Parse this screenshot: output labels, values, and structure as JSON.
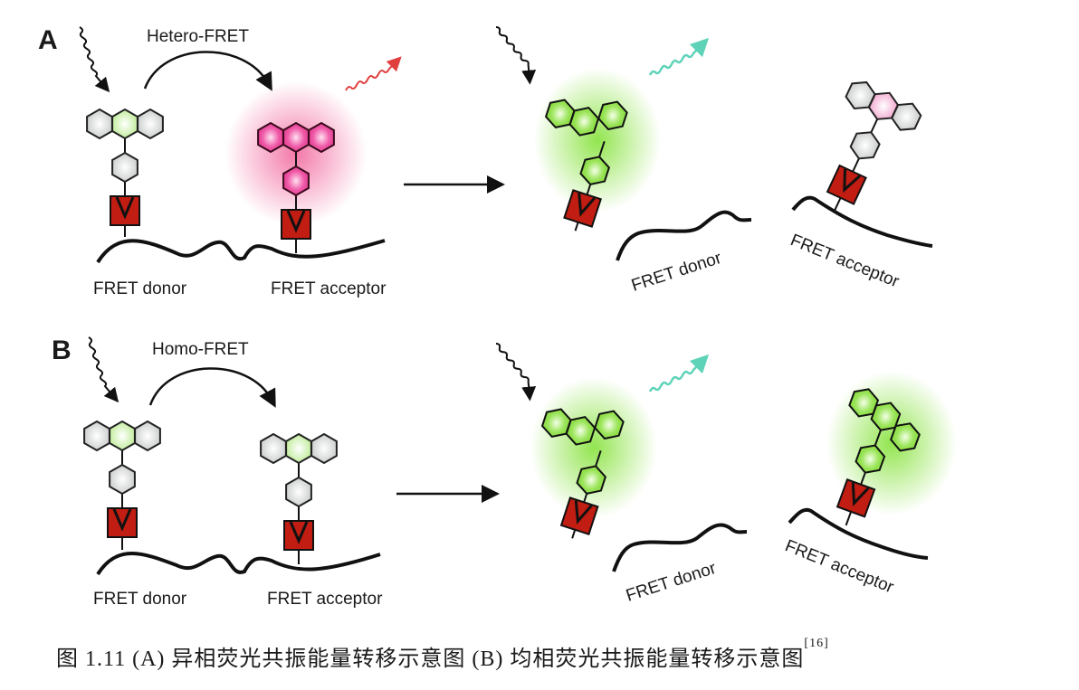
{
  "panels": [
    {
      "id": "A",
      "letter": "A",
      "transfer_label": "Hetero-FRET",
      "left_donor_label": "FRET donor",
      "left_acceptor_label": "FRET acceptor",
      "right_donor_label": "FRET donor",
      "right_acceptor_label": "FRET acceptor",
      "emission_before_color": "#e0413f",
      "emission_after_color": "#5ed3b8",
      "acceptor_glow_before": "#ee3f83",
      "donor_glow_after": "#7fe030"
    },
    {
      "id": "B",
      "letter": "B",
      "transfer_label": "Homo-FRET",
      "left_donor_label": "FRET donor",
      "left_acceptor_label": "FRET acceptor",
      "right_donor_label": "FRET donor",
      "right_acceptor_label": "FRET acceptor",
      "emission_after_color": "#5ed3b8",
      "donor_glow_after": "#7fe030",
      "acceptor_glow_after": "#7fe030"
    }
  ],
  "colors": {
    "ring_gray": "#d4d6d6",
    "ring_green_light": "#c9f0a8",
    "ring_pink": "#ef4fa3",
    "ring_green": "#8de04a",
    "linker_red": "#c11d12",
    "stroke": "#111111"
  },
  "caption": {
    "prefix": "图 1.11 (A) 异相荧光共振能量转移示意图  (B) 均相荧光共振能量转移示意图",
    "ref": "[16]"
  }
}
